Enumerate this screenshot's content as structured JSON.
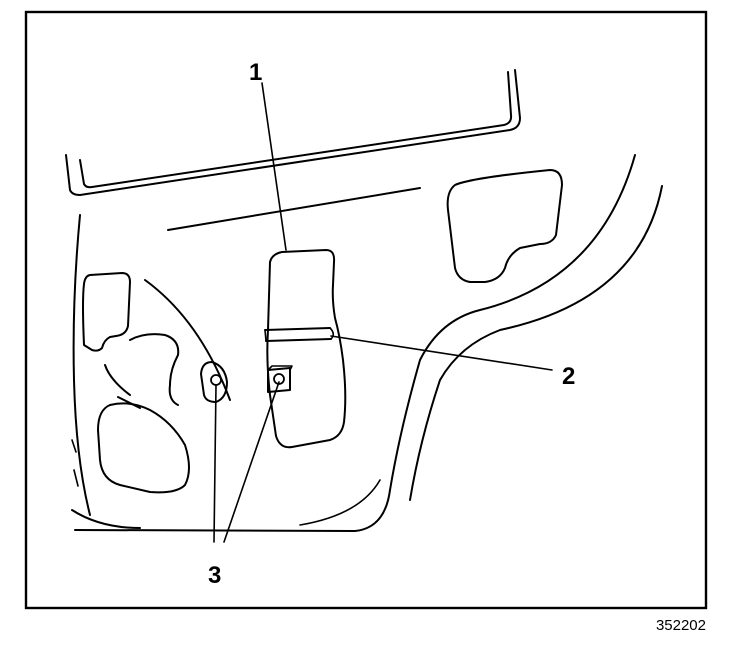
{
  "figure": {
    "id_label": "352202",
    "callouts": [
      {
        "key": "1",
        "label": "1"
      },
      {
        "key": "2",
        "label": "2"
      },
      {
        "key": "3",
        "label": "3"
      }
    ],
    "colors": {
      "stroke": "#000000",
      "background": "#ffffff"
    }
  }
}
